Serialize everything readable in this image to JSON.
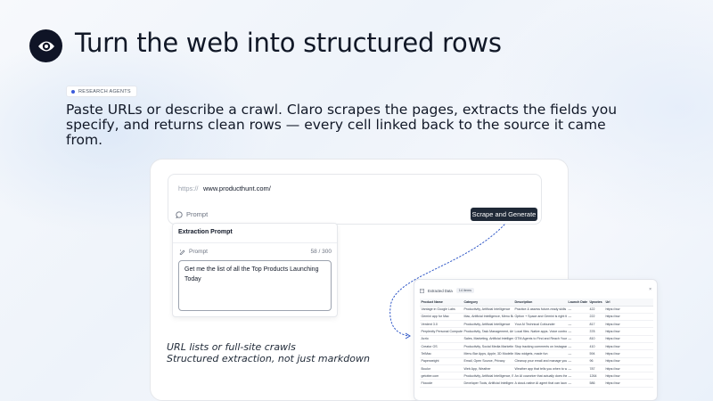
{
  "header": {
    "title": "Turn the web into structured rows",
    "tag": "RESEARCH AGENTS",
    "description": "Paste URLs or describe a crawl. Claro scrapes the pages, extracts the fields you specify, and returns clean rows — every cell linked back to the source it came from."
  },
  "composer": {
    "url_prefix": "https://",
    "url_value": "www.producthunt.com/",
    "prompt_toggle_label": "Prompt",
    "scrape_button_label": "Scrape and Generate"
  },
  "extraction_panel": {
    "title": "Extraction Prompt",
    "prompt_label": "Prompt",
    "counter": "58 / 300",
    "prompt_text": "Get me the list of all the Top Products Launching Today"
  },
  "captions": {
    "line1": "URL lists or full-site crawls",
    "line2": "Structured extraction, not just markdown"
  },
  "table": {
    "title": "Extracted Data",
    "items_badge": "14 items",
    "columns": [
      "Product Name",
      "Category",
      "Description",
      "Launch Date",
      "Upvotes",
      "Url"
    ],
    "rows": [
      [
        "Vantage in Google Labs",
        "Productivity, Artificial Intelligence",
        "Practice & assess future-ready skills with AI",
        "—",
        "422",
        "https://ww"
      ],
      [
        "Gemini app for Mac",
        "Mac, Artificial Intelligence, Menu Bar Apps",
        "Option + Space and Gemini is right there",
        "—",
        "222",
        "https://ww"
      ],
      [
        "Verdent 3.0",
        "Productivity, Artificial Intelligence",
        "Your AI Technical Cofounder",
        "—",
        "817",
        "https://ww"
      ],
      [
        "Perplexity Personal Computer",
        "Productivity, Task Management, Artificial Intelligence",
        "Local files. Native apps. Voice control. Always on.",
        "—",
        "378",
        "https://ww"
      ],
      [
        "Acrio",
        "Sales, Marketing, Artificial Intelligence",
        "GTM Agents to Find and Reach Your Next Customers",
        "—",
        "810",
        "https://ww"
      ],
      [
        "Creator OS",
        "Productivity, Social Media Marketing",
        "Stop tracking comments on Instagram",
        "—",
        "410",
        "https://ww"
      ],
      [
        "TelMac",
        "Menu Bar Apps, Apple, 3D Modeling",
        "Mac widgets, made fun",
        "—",
        "594",
        "https://ww"
      ],
      [
        "Paperweight",
        "Email, Open Source, Privacy",
        "Cleanup your email and manage your digital",
        "—",
        "96",
        "https://ww"
      ],
      [
        "Boulor",
        "Web App, Weather",
        "Weather app that tells you when to walk it",
        "—",
        "787",
        "https://ww"
      ],
      [
        "getotter.com",
        "Productivity, Artificial Intelligence, Business",
        "An AI coworker that actually does the work",
        "—",
        "1264",
        "https://ww"
      ],
      [
        "Flocode",
        "Developer Tools, Artificial Intelligence",
        "A cloud-native AI agent that can launch",
        "—",
        "586",
        "https://ww"
      ]
    ]
  }
}
